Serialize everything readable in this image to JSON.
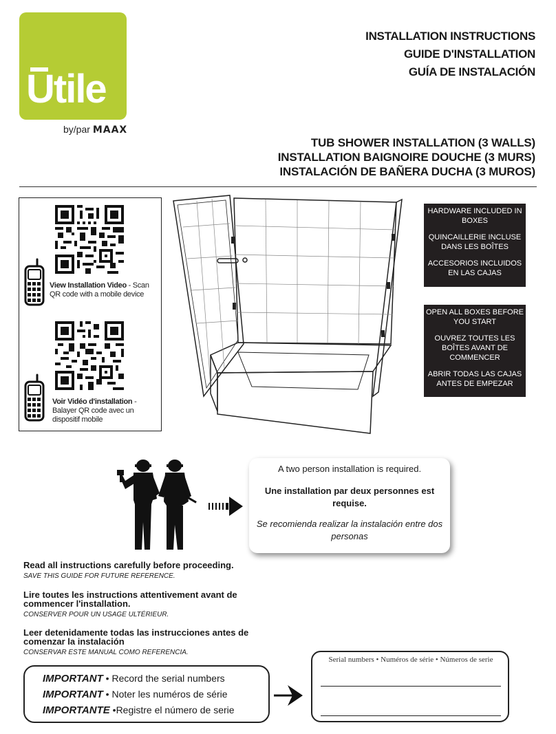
{
  "brand": {
    "logo_text": "Utile",
    "byline_prefix": "by/par",
    "byline_brand": "MAAX",
    "logo_color": "#b5cc34"
  },
  "header": {
    "lines": [
      "INSTALLATION INSTRUCTIONS",
      "GUIDE D'INSTALLATION",
      "GUÍA DE INSTALACIÓN"
    ]
  },
  "subtitle": {
    "lines": [
      "TUB SHOWER INSTALLATION (3 WALLS)",
      "INSTALLATION BAIGNOIRE DOUCHE (3 MURS)",
      "INSTALACIÓN DE BAÑERA DUCHA (3 MUROS)"
    ]
  },
  "qr_panel": {
    "en_title": "View Installation Video",
    "en_rest": " - Scan QR code with a mobile device",
    "fr_title": "Voir Vidéo d'installation",
    "fr_rest": " - Balayer QR code avec un dispositif mobile"
  },
  "hardware_box": {
    "lines": [
      "HARDWARE INCLUDED IN BOXES",
      "QUINCAILLERIE INCLUSE DANS LES BOÎTES",
      "ACCESORIOS INCLUIDOS EN LAS CAJAS"
    ]
  },
  "open_box": {
    "lines": [
      "OPEN ALL BOXES BEFORE YOU START",
      "OUVREZ TOUTES LES BOÎTES AVANT DE COMMENCER",
      "ABRIR TODAS LAS CAJAS ANTES DE EMPEZAR"
    ]
  },
  "callout": {
    "en": "A two person installation is required.",
    "fr": "Une installation par deux personnes est requise.",
    "es": "Se recomienda realizar la instalación entre dos personas"
  },
  "instructions": [
    {
      "main": "Read all instructions carefully before proceeding.",
      "sub": "SAVE THIS GUIDE FOR FUTURE REFERENCE."
    },
    {
      "main": "Lire toutes les instructions attentivement avant de commencer l'installation.",
      "sub": "CONSERVER POUR UN USAGE ULTÉRIEUR."
    },
    {
      "main": "Leer detenidamente todas las instrucciones antes de comenzar la instalación",
      "sub": "CONSERVAR ESTE MANUAL COMO REFERENCIA."
    }
  ],
  "important": [
    {
      "kw": "IMPORTANT",
      "text": " • Record the serial numbers"
    },
    {
      "kw": "IMPORTANT",
      "text": " • Noter les numéros de série"
    },
    {
      "kw": "IMPORTANTE",
      "text": " •Registre el número de serie"
    }
  ],
  "serial": {
    "label": "Serial numbers • Numéros de série • Números de serie"
  }
}
